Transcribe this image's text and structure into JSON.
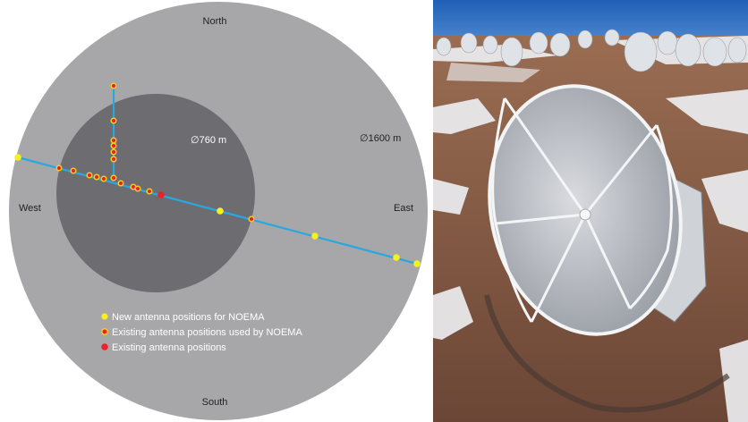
{
  "diagram": {
    "compass": {
      "north": "North",
      "south": "South",
      "east": "East",
      "west": "West"
    },
    "inner_circle_label": "∅760 m",
    "outer_circle_label": "∅1600 m",
    "legend": [
      {
        "label": "New antenna positions for NOEMA",
        "fill": "#f7f01e",
        "stroke": "#f7f01e"
      },
      {
        "label": "Existing antenna positions used by NOEMA",
        "fill": "#e8242a",
        "stroke": "#f7d21e"
      },
      {
        "label": "Existing antenna positions",
        "fill": "#e8242a",
        "stroke": "#e8242a"
      }
    ],
    "colors": {
      "outer": "#a7a7aa",
      "inner": "#6d6d71",
      "track": "#29a8e0",
      "new": "#f7f01e",
      "existing_used": "#e8242a",
      "ring": "#f7d21e"
    }
  },
  "photo": {
    "subject": "radio telescope antenna dish in snowy high-altitude desert"
  }
}
